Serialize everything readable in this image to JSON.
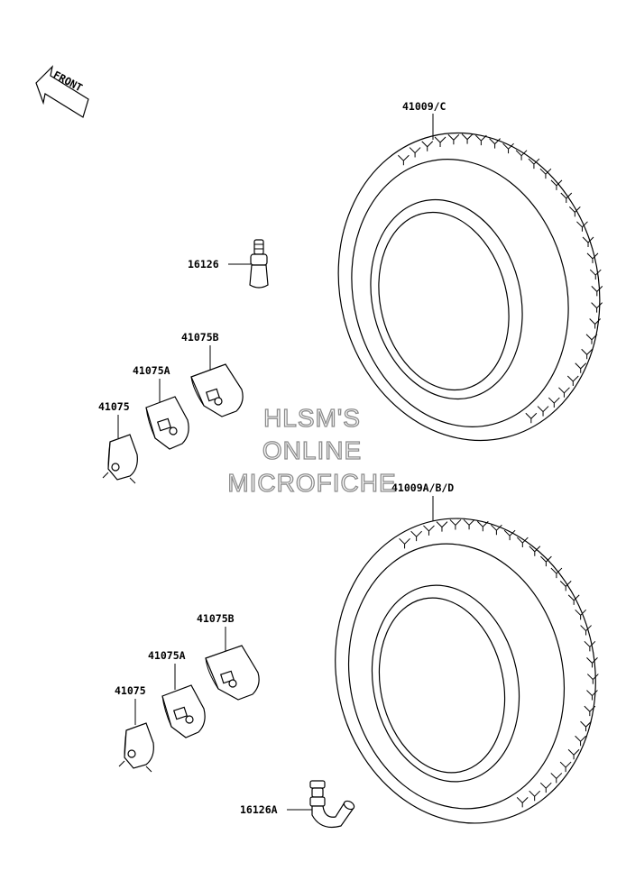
{
  "front_arrow": {
    "label": "FRONT"
  },
  "watermark": {
    "line1": "HLSM'S",
    "line2": "ONLINE",
    "line3": "MICROFICHE"
  },
  "callouts": {
    "tire_rear": "41009/C",
    "tire_front": "41009A/B/D",
    "valve_upper": "16126",
    "valve_lower": "16126A",
    "weight_b_upper": "41075B",
    "weight_a_upper": "41075A",
    "weight_upper": "41075",
    "weight_b_lower": "41075B",
    "weight_a_lower": "41075A",
    "weight_lower": "41075"
  }
}
